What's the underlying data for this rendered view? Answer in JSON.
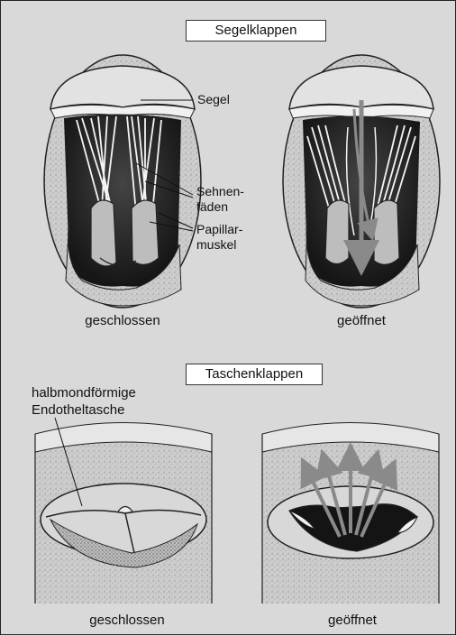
{
  "sections": {
    "atrioventricular": {
      "title": "Segelklappen",
      "labels": {
        "segel": "Segel",
        "sehnenfaeden": "Sehnen-\nfäden",
        "papillarmuskel": "Papillar-\nmuskel"
      },
      "captions": {
        "closed": "geschlossen",
        "open": "geöffnet"
      }
    },
    "semilunar": {
      "title": "Taschenklappen",
      "labels": {
        "halbmond": "halbmondförmige\nEndotheltasche"
      },
      "captions": {
        "closed": "geschlossen",
        "open": "geöffnet"
      }
    }
  },
  "colors": {
    "background": "#d9d9d9",
    "tissue": "#cfcfcf",
    "tissue_dark": "#2a2a2a",
    "flow_arrow": "#8a8a8a"
  }
}
